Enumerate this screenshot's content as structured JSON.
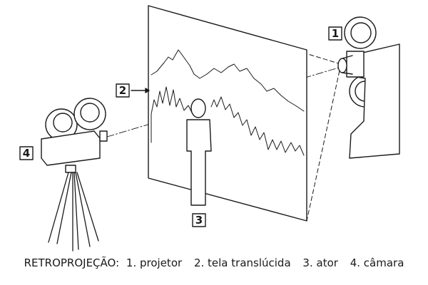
{
  "callouts": {
    "projector": "1",
    "screen": "2",
    "actor": "3",
    "camera": "4"
  },
  "caption": {
    "title": "RETROPROJEÇÃO:",
    "items": [
      "1. projetor",
      "2. tela translúcida",
      "3. ator",
      "4. câmara"
    ]
  },
  "colors": {
    "ink": "#1a1a1a",
    "paper": "#ffffff"
  }
}
